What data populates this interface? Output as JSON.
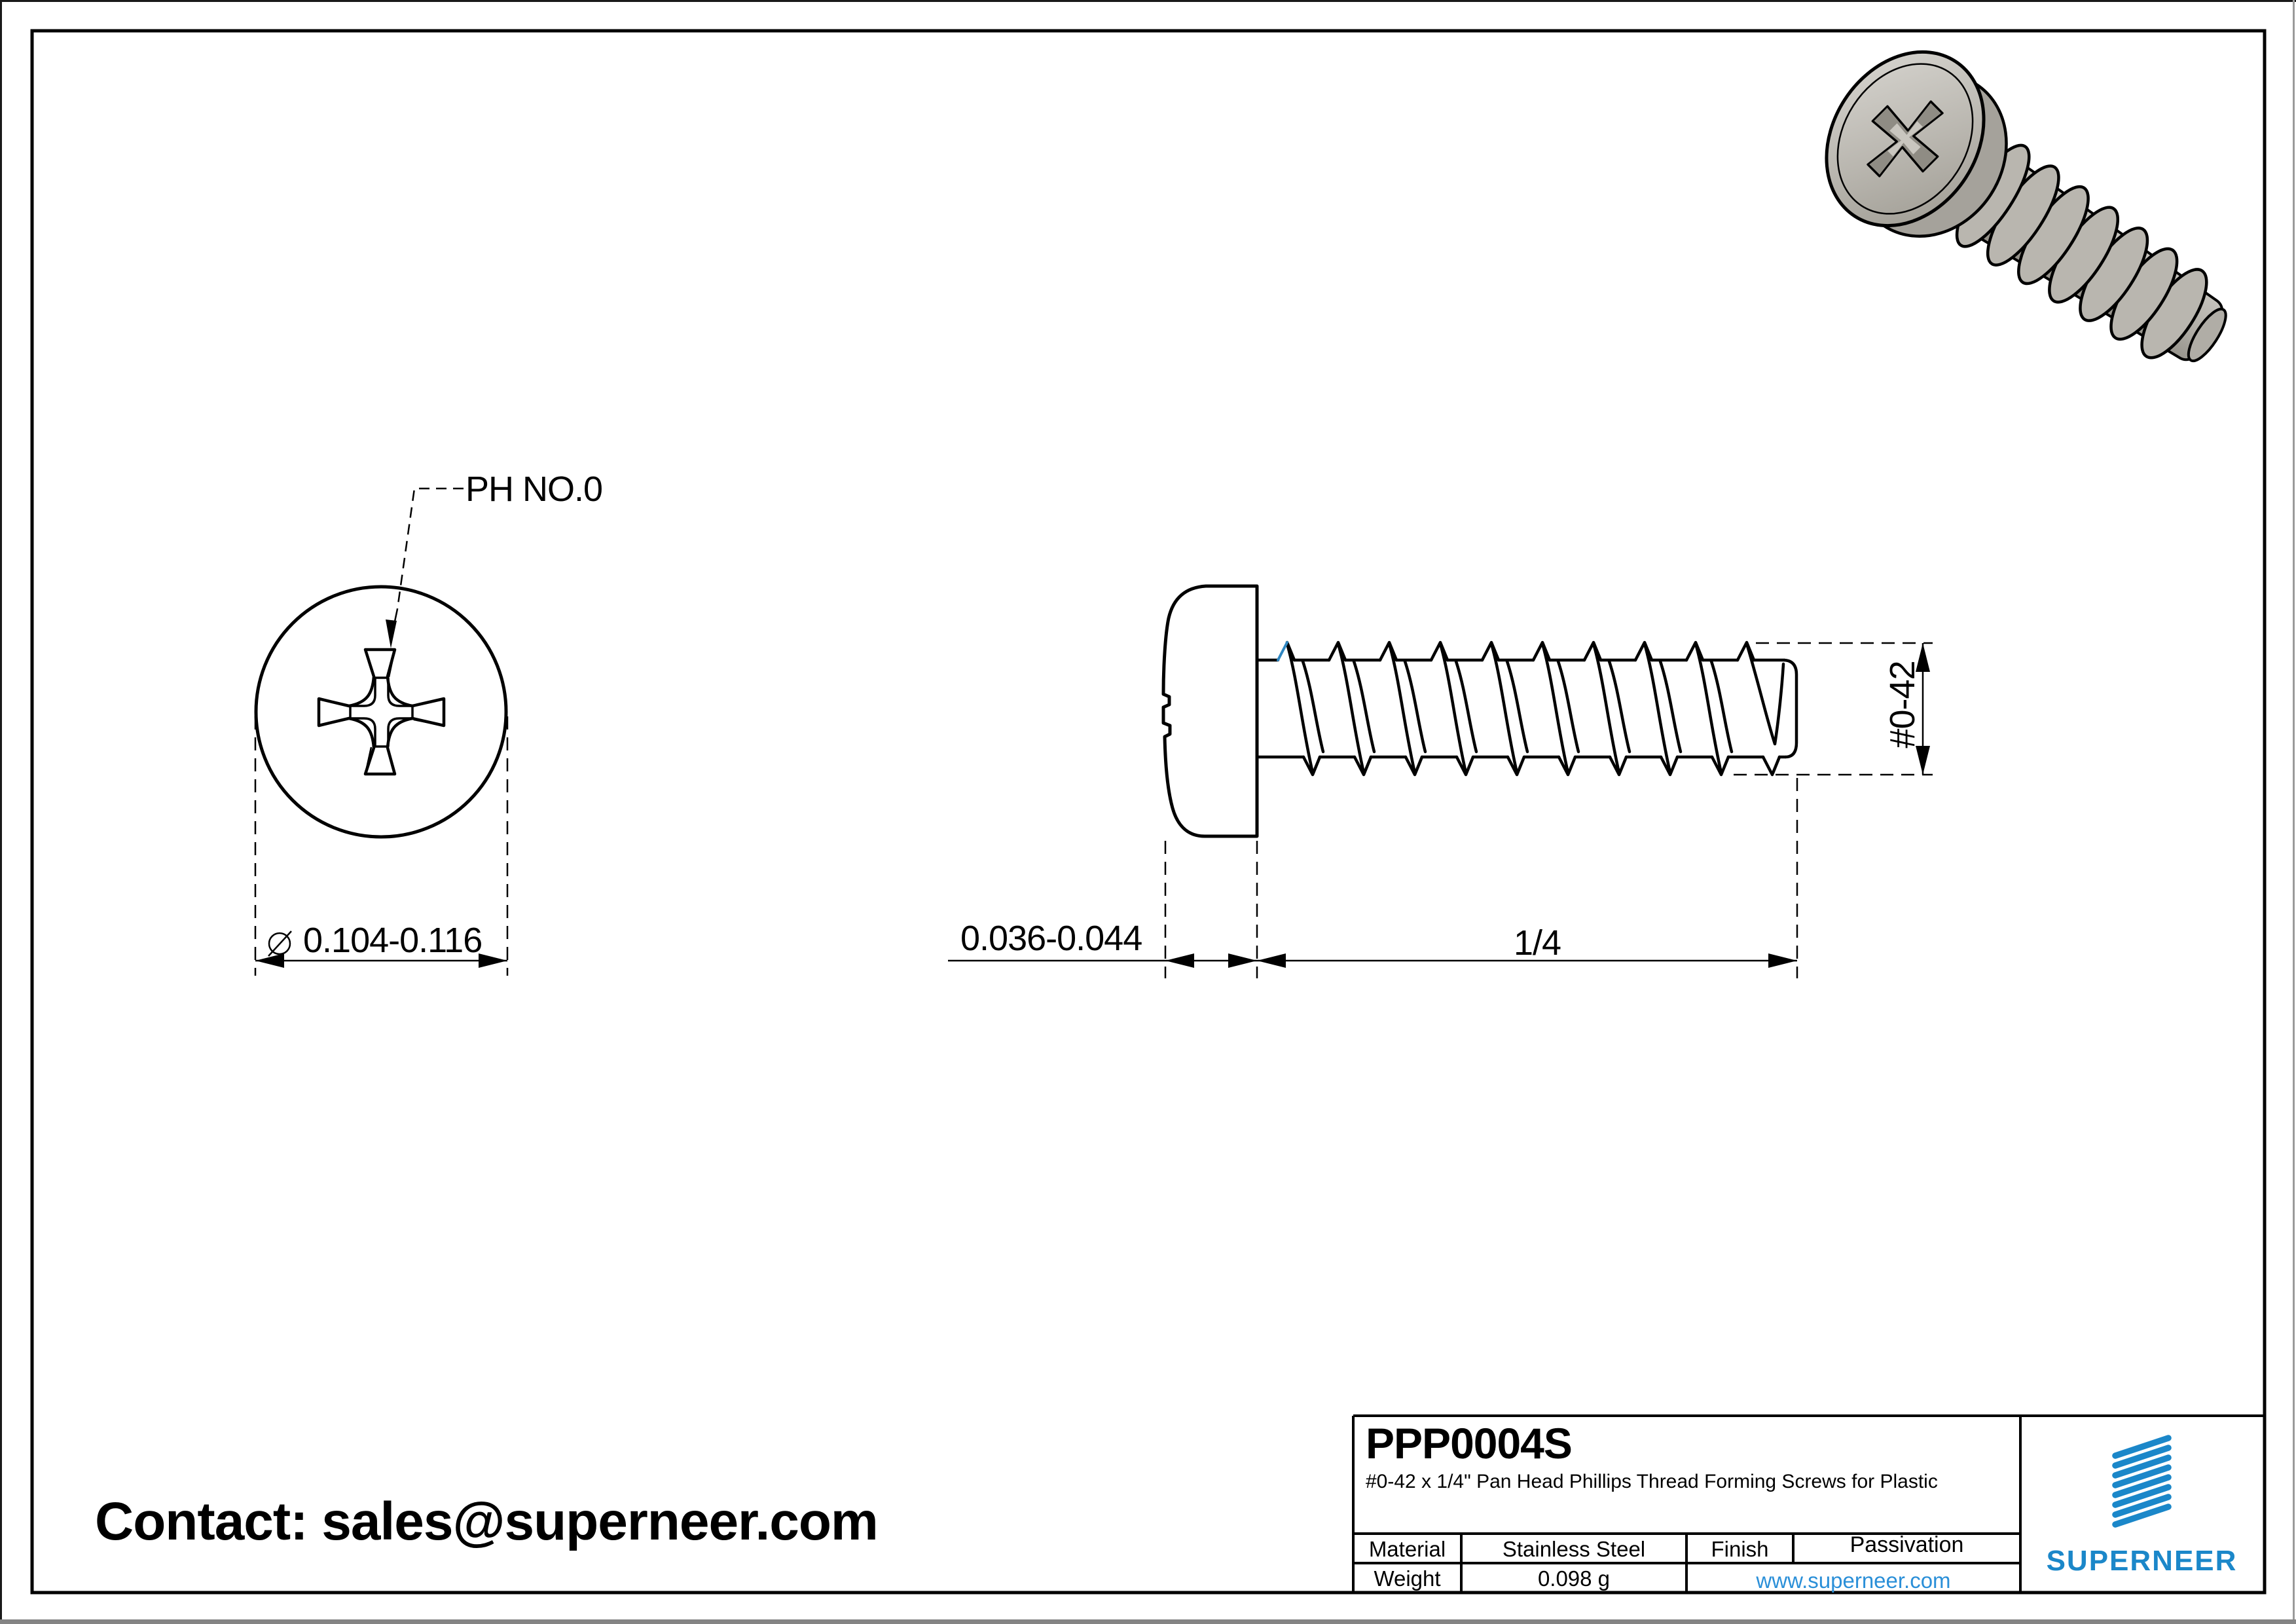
{
  "window": {
    "contact": "Contact: sales@superneer.com"
  },
  "views": {
    "top_view": {
      "recess_label": "PH NO.0",
      "diameter": "0.104-0.116"
    },
    "side_view": {
      "head_height": "0.036-0.044",
      "length": "1/4",
      "thread_size": "#0-42"
    }
  },
  "title_block": {
    "part_number": "PPP0004S",
    "description": "#0-42 x 1/4\" Pan Head Phillips Thread Forming Screws for Plastic",
    "material_label": "Material",
    "material_value": "Stainless Steel",
    "finish_label": "Finish",
    "finish_value": "Passivation",
    "weight_label": "Weight",
    "weight_value": "0.098 g",
    "website": "www.superneer.com",
    "brand": "SUPERNEER"
  },
  "colors": {
    "accent_blue": "#1b87c9",
    "link_blue": "#2a8fd8",
    "thread_start_blue": "#2e86c1",
    "line_black": "#000000"
  }
}
